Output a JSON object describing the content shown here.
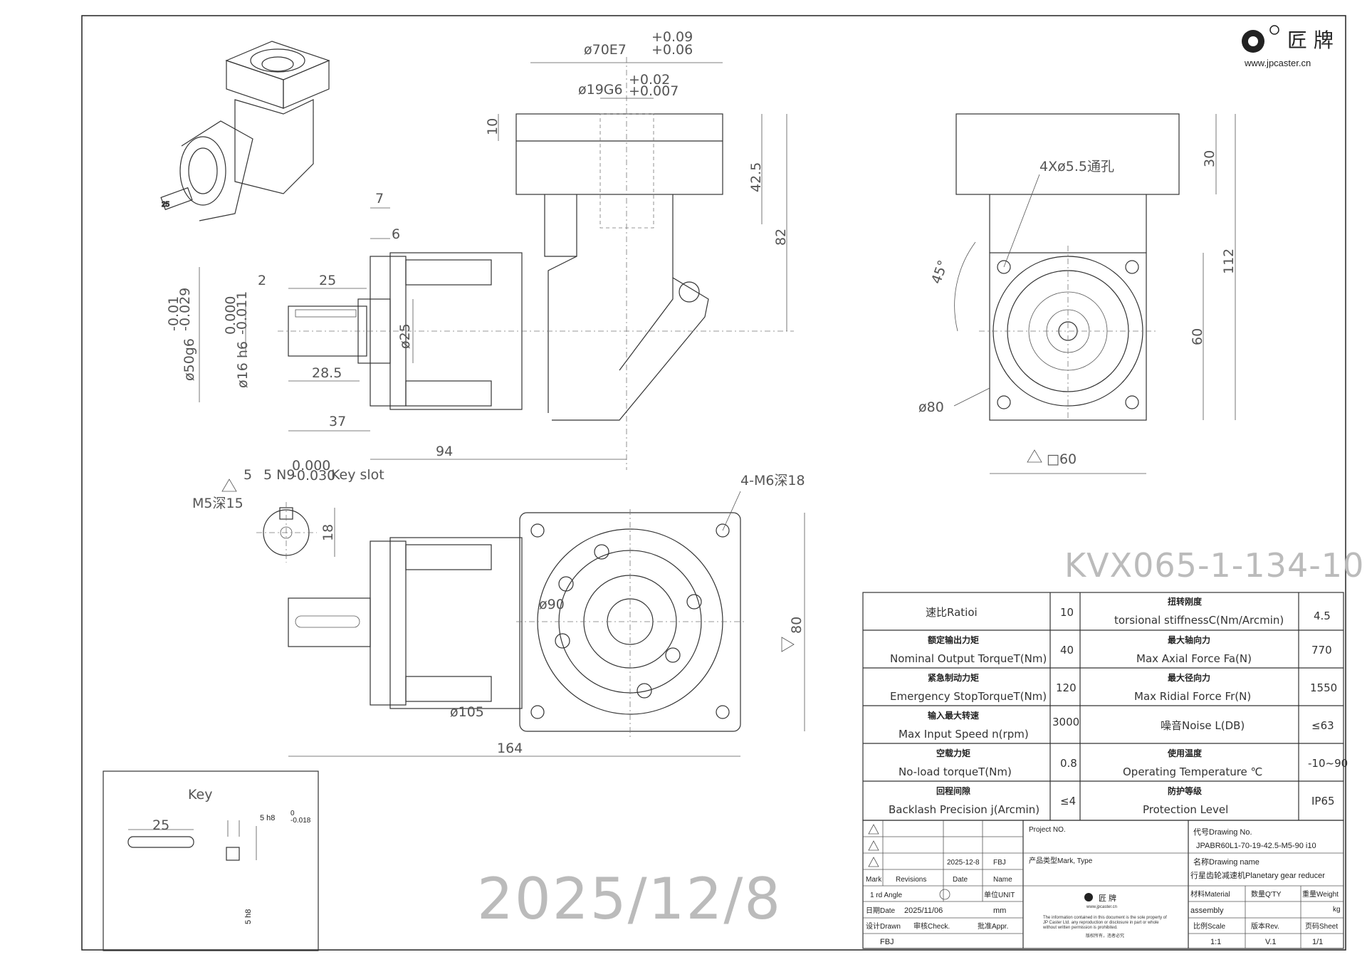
{
  "brand": {
    "name": "匠 牌",
    "url": "www.jpcaster.cn"
  },
  "watermark_date": "2025/12/8",
  "model_code": "KVX065-1-134-10",
  "dimensions": {
    "d70": "ø70E7",
    "d70_tol_up": "+0.09",
    "d70_tol_lo": "+0.06",
    "d19": "ø19G6",
    "d19_tol_up": "+0.02",
    "d19_tol_lo": "+0.007",
    "d10": "10",
    "d42_5": "42.5",
    "d82": "82",
    "d7": "7",
    "d6": "6",
    "d2": "2",
    "d25": "25",
    "d28_5": "28.5",
    "d37": "37",
    "d94": "94",
    "d50": "ø50g6",
    "d50_tol_up": "-0.01",
    "d50_tol_lo": "-0.029",
    "d16": "ø16 h6",
    "d16_tol_up": "0.000",
    "d16_tol_lo": "-0.011",
    "dphi25": "ø25",
    "key_slot": "5 N9",
    "key_slot_tol_up": "0.000",
    "key_slot_tol_lo": "-0.030",
    "key_slot_label": "Key slot",
    "m5": "M5深15",
    "d18": "18",
    "holes": "4Xø5.5通孔",
    "d30": "30",
    "d112": "112",
    "d45": "45°",
    "d60": "60",
    "d80": "ø80",
    "sq60": "□60",
    "m6": "4-M6深18",
    "d90": "ø90",
    "side80": "80",
    "d105": "ø105",
    "d164": "164",
    "key_title": "Key",
    "key_25": "25",
    "key_h8": "5 h8",
    "key_h8_tol": "-0.018",
    "key_h8_tol0": "0",
    "tri_num": "5"
  },
  "specs": [
    {
      "cn": "速比Ratioi",
      "cn_top": "",
      "v": "10",
      "cn2": "扭转刚度",
      "en2": "torsional stiffnessC(Nm/Arcmin)",
      "v2": "4.5"
    },
    {
      "cn": "额定输出力矩",
      "en": "Nominal Output TorqueT(Nm)",
      "v": "40",
      "cn2": "最大轴向力",
      "en2": "Max Axial Force Fa(N)",
      "v2": "770"
    },
    {
      "cn": "紧急制动力矩",
      "en": "Emergency StopTorqueT(Nm)",
      "v": "120",
      "cn2": "最大径向力",
      "en2": "Max Ridial Force Fr(N)",
      "v2": "1550"
    },
    {
      "cn": "输入最大转速",
      "en": "Max Input Speed n(rpm)",
      "v": "3000",
      "cn2": "",
      "en2": "噪音Noise L(DB)",
      "v2": "≤63"
    },
    {
      "cn": "空载力矩",
      "en": "No-load torqueT(Nm)",
      "v": "0.8",
      "cn2": "使用温度",
      "en2": "Operating Temperature ℃",
      "v2": "-10~90"
    },
    {
      "cn": "回程间隙",
      "en": "Backlash Precision j(Arcmin)",
      "v": "≤4",
      "cn2": "防护等级",
      "en2": "Protection Level",
      "v2": "IP65"
    }
  ],
  "title_block": {
    "rev_date": "2025-12-8",
    "rev_name": "FBJ",
    "mark": "Mark",
    "revisions": "Revisions",
    "date": "Date",
    "name": "Name",
    "angle": "1 rd Angle",
    "unit_label": "单位UNIT",
    "date_label": "日期Date",
    "date_val": "2025/11/06",
    "unit_val": "mm",
    "drawn": "设计Drawn",
    "check": "审核Check.",
    "appr": "批准Appr.",
    "drawn_val": "FBJ",
    "project": "Project  NO.",
    "mark_type": "产品类型Mark, Type",
    "drawing_no_label": "代号Drawing No.",
    "drawing_no": "JPABR60L1-70-19-42.5-M5-90 i10",
    "drawing_name_label": "名称Drawing name",
    "drawing_name": "行星齿轮减速机Planetary gear reducer",
    "material": "材料Material",
    "qty": "数量Q'TY",
    "weight": "重量Weight",
    "material_val": "assembly",
    "weight_val": "kg",
    "scale": "比例Scale",
    "rev": "版本Rev.",
    "sheet": "页码Sheet",
    "scale_val": "1:1",
    "rev_val": "V.1",
    "sheet_val": "1/1",
    "center_brand": "匠 牌",
    "center_url": "www.jpcaster.cn",
    "notice1": "The information contained in this document is the sole property of",
    "notice2": "JP Caster Ltd. any reproduction or disclosure in part or whole",
    "notice3": "without written permission is prohibited.",
    "notice4": "版权所有，违者必究"
  }
}
